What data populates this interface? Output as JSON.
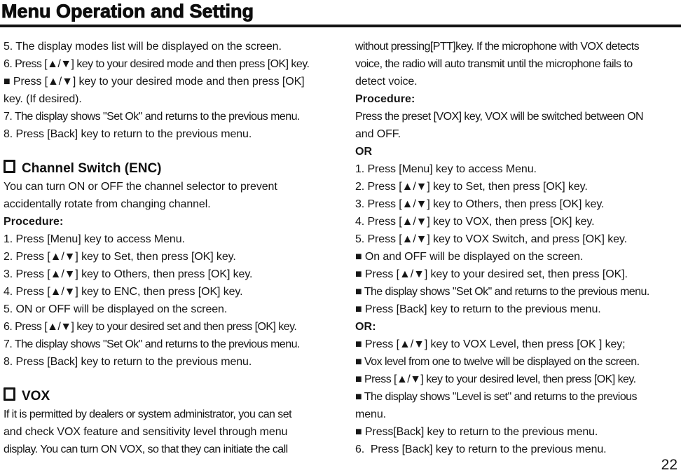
{
  "title": "Menu Operation and Setting",
  "page_number": "22",
  "columns": {
    "left": [
      {
        "t": "line",
        "text": "5. The display modes list will be displayed on the screen."
      },
      {
        "t": "line",
        "text": "6. Press [▲/▼] key to your desired mode and then press [OK] key."
      },
      {
        "t": "line",
        "text": "■ Press [▲/▼] key to your desired mode and then press [OK]"
      },
      {
        "t": "line",
        "text": "key. (If desired)."
      },
      {
        "t": "line",
        "text": "7. The display shows \"Set Ok\" and returns to the previous menu."
      },
      {
        "t": "line",
        "text": "8. Press [Back] key to return to the previous menu."
      },
      {
        "t": "gap"
      },
      {
        "t": "heading",
        "text": "Channel Switch (ENC)"
      },
      {
        "t": "line",
        "text": "You can turn ON or OFF the channel selector to prevent"
      },
      {
        "t": "line",
        "text": "accidentally rotate from changing channel."
      },
      {
        "t": "bold",
        "text": "Procedure:"
      },
      {
        "t": "line",
        "text": "1. Press [Menu] key to access Menu."
      },
      {
        "t": "line",
        "text": "2. Press [▲/▼] key to Set, then press [OK] key."
      },
      {
        "t": "line",
        "text": "3. Press [▲/▼] key to Others, then press [OK] key."
      },
      {
        "t": "line",
        "text": "4. Press [▲/▼] key to ENC, then press [OK] key."
      },
      {
        "t": "line",
        "text": "5. ON or OFF will be displayed on the screen."
      },
      {
        "t": "line",
        "text": "6. Press [▲/▼] key to your desired set and then press [OK] key."
      },
      {
        "t": "line",
        "text": "7. The display shows \"Set Ok\" and returns to the previous menu."
      },
      {
        "t": "line",
        "text": "8. Press [Back] key to return to the previous menu."
      },
      {
        "t": "gap"
      },
      {
        "t": "heading",
        "text": "VOX"
      },
      {
        "t": "line",
        "text": "If it is permitted by dealers or system administrator, you can set"
      },
      {
        "t": "line",
        "text": "and check VOX feature and sensitivity level through menu"
      },
      {
        "t": "line",
        "text": "display. You can turn ON VOX, so that they can initiate the call"
      }
    ],
    "right": [
      {
        "t": "line",
        "text": "without pressing[PTT]key. If the microphone with VOX detects"
      },
      {
        "t": "line",
        "text": "voice, the radio will auto transmit until the microphone fails to"
      },
      {
        "t": "line",
        "text": "detect voice."
      },
      {
        "t": "bold",
        "text": "Procedure:"
      },
      {
        "t": "line",
        "text": "Press the preset [VOX] key, VOX will be switched between ON"
      },
      {
        "t": "line",
        "text": "and OFF."
      },
      {
        "t": "bold",
        "text": "OR"
      },
      {
        "t": "line",
        "text": "1. Press [Menu] key to access Menu."
      },
      {
        "t": "line",
        "text": "2. Press [▲/▼] key to Set, then press [OK] key."
      },
      {
        "t": "line",
        "text": "3. Press [▲/▼] key to Others, then press [OK] key."
      },
      {
        "t": "line",
        "text": "4. Press [▲/▼] key to VOX, then press [OK] key."
      },
      {
        "t": "line",
        "text": "5. Press [▲/▼] key to VOX Switch, and press [OK] key."
      },
      {
        "t": "line",
        "text": "■ On and OFF will be displayed on the screen."
      },
      {
        "t": "line",
        "text": "■ Press [▲/▼] key to your desired set, then press [OK]."
      },
      {
        "t": "line",
        "text": "■ The display shows \"Set Ok\" and returns to the previous menu."
      },
      {
        "t": "line",
        "text": "■ Press [Back] key to return to the previous menu."
      },
      {
        "t": "bold",
        "text": "OR:"
      },
      {
        "t": "line",
        "text": "■ Press [▲/▼] key to VOX Level, then press [OK ] key;"
      },
      {
        "t": "line",
        "text": "■ Vox level from one to twelve will be displayed on the screen."
      },
      {
        "t": "line",
        "text": "■ Press [▲/▼] key to your desired level, then press [OK] key."
      },
      {
        "t": "line",
        "text": "■ The display shows \"Level is set\" and returns to the previous"
      },
      {
        "t": "line",
        "text": "menu."
      },
      {
        "t": "line",
        "text": "■ Press[Back] key to return to the previous menu."
      },
      {
        "t": "line",
        "text": "6.  Press [Back] key to return to the previous menu."
      }
    ]
  }
}
